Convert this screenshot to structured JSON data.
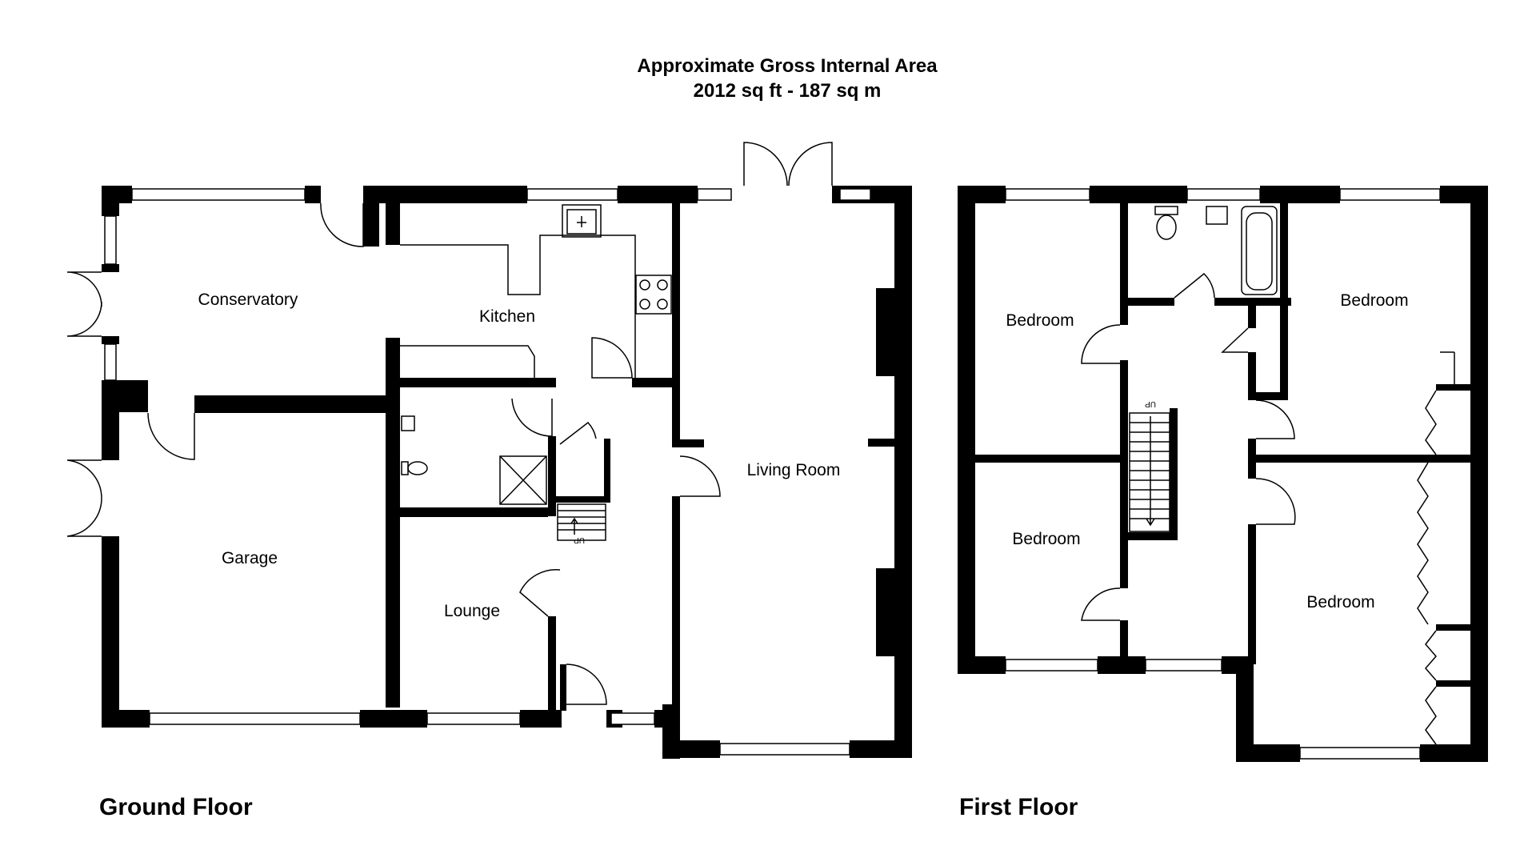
{
  "header": {
    "title": "Approximate Gross Internal Area",
    "area": "2012 sq ft - 187 sq m"
  },
  "floors": {
    "ground": {
      "label": "Ground Floor",
      "rooms": {
        "conservatory": "Conservatory",
        "kitchen": "Kitchen",
        "living_room": "Living Room",
        "garage": "Garage",
        "lounge": "Lounge"
      },
      "stair_label": "UP"
    },
    "first": {
      "label": "First Floor",
      "rooms": {
        "bedroom_1": "Bedroom",
        "bedroom_2": "Bedroom",
        "bedroom_3": "Bedroom",
        "bedroom_4": "Bedroom"
      },
      "stair_label": "UP"
    }
  },
  "colors": {
    "wall": "#000000",
    "background": "#ffffff"
  }
}
